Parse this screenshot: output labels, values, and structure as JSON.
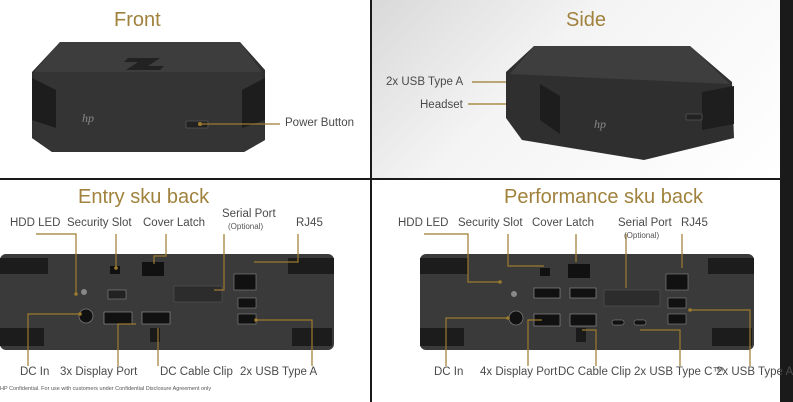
{
  "front": {
    "title": "Front",
    "power_button": "Power Button"
  },
  "side": {
    "title": "Side",
    "usb_type_a": "2x USB Type A",
    "headset": "Headset"
  },
  "entry": {
    "title": "Entry sku back",
    "hdd_led": "HDD LED",
    "security_slot": "Security Slot",
    "cover_latch": "Cover Latch",
    "serial_port": "Serial Port",
    "serial_optional": "(Optional)",
    "rj45": "RJ45",
    "dc_in": "DC In",
    "display_port": "3x Display Port",
    "dc_cable_clip": "DC Cable Clip",
    "usb_type_a": "2x USB Type A",
    "confidential": "HP Confidential. For use with customers under Confidential Disclosure Agreement only"
  },
  "performance": {
    "title": "Performance sku back",
    "hdd_led": "HDD LED",
    "security_slot": "Security Slot",
    "cover_latch": "Cover Latch",
    "serial_port": "Serial Port",
    "serial_optional": "(Optional)",
    "rj45": "RJ45",
    "dc_in": "DC In",
    "display_port": "4x Display Port",
    "dc_cable_clip": "DC Cable Clip",
    "usb_type_c": "2x USB Type C™",
    "usb_type_a": "2x USB Type A"
  },
  "colors": {
    "accent": "#9c7a2e",
    "title": "#a0823d",
    "device": "#3a3a3a"
  }
}
